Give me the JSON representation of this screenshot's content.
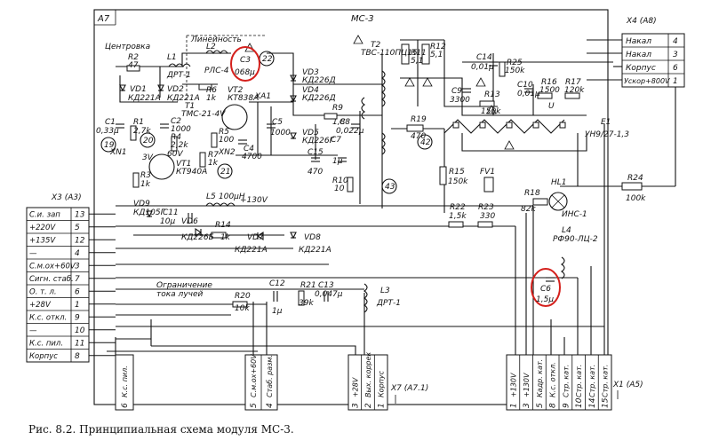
{
  "module": {
    "id": "A7",
    "title": "МС-3"
  },
  "sections": {
    "centrovka": "Центровка",
    "lineinost": "Линейность"
  },
  "caption": "Рис. 8.2. Принципиальная схема модуля МС-3.",
  "connector_x4": {
    "label": "X4 (A8)",
    "rows": [
      {
        "name": "Накал",
        "pin": "4"
      },
      {
        "name": "Накал",
        "pin": "3"
      },
      {
        "name": "Корпус",
        "pin": "6"
      },
      {
        "name": "Ускор+800V",
        "pin": "1"
      }
    ]
  },
  "connector_x3": {
    "label": "X3 (A3)",
    "rows": [
      {
        "name": "С.и. зап",
        "pin": "13"
      },
      {
        "name": "+220V",
        "pin": "5"
      },
      {
        "name": "+135V",
        "pin": "12"
      },
      {
        "name": "—",
        "pin": "4"
      },
      {
        "name": "С.м.ох+60V",
        "pin": "3"
      },
      {
        "name": "Сигн. стаб.",
        "pin": "7"
      },
      {
        "name": "О. т. л.",
        "pin": "6"
      },
      {
        "name": "+28V",
        "pin": "1"
      },
      {
        "name": "К.с. откл.",
        "pin": "9"
      },
      {
        "name": "—",
        "pin": "10"
      },
      {
        "name": "К.с. пил.",
        "pin": "11"
      },
      {
        "name": "Корпус",
        "pin": "8"
      }
    ]
  },
  "bottom_connectors": {
    "x7_label": "X7 (A7.1)",
    "x1_label": "X1 (A5)",
    "group1": [
      {
        "name": "К.с. пил.",
        "pin": "6"
      }
    ],
    "group2": [
      {
        "name": "С.м.ох+60V",
        "pin": "5"
      },
      {
        "name": "Стаб. разм.",
        "pin": "4"
      }
    ],
    "group3": [
      {
        "name": "+28V",
        "pin": "3"
      },
      {
        "name": "Вых. коррек",
        "pin": "2"
      },
      {
        "name": "Корпус",
        "pin": "1"
      }
    ],
    "group4": [
      {
        "name": "+130V",
        "pin": "1"
      },
      {
        "name": "+130V",
        "pin": "3"
      },
      {
        "name": "Кадр. кат.",
        "pin": "5"
      },
      {
        "name": "К.с. откл.",
        "pin": "8"
      },
      {
        "name": "Стр. кат.",
        "pin": "9"
      },
      {
        "name": "Стр. кат.",
        "pin": "10"
      },
      {
        "name": "Стр. кат.",
        "pin": "14"
      },
      {
        "name": "Стр. кат.",
        "pin": "15"
      }
    ]
  },
  "components": {
    "r2": "R2",
    "r2v": "47",
    "l1": "L1",
    "l1t": "ДРТ-1",
    "vd1": "VD1",
    "vd2": "VD2",
    "vdkd": "КД221А",
    "vdkd2": "КД221А",
    "l2": "L2",
    "l2t": "РЛС-4",
    "c3": "C3",
    "c3v": "068μ",
    "r6": "R6",
    "r6v": "1k",
    "vt2": "VT2",
    "vt2t": "КТ838А",
    "t1": "T1",
    "t1t": "ТМС-21-4V",
    "xa1": "XA1",
    "c1": "C1",
    "c1v": "0,33μ",
    "r1": "R1",
    "r1v": "2,7k",
    "c2": "C2",
    "c2v": "1000",
    "r4": "R4",
    "r4v": "2,2k",
    "r3": "R3",
    "r3v": "1k",
    "vt1": "VT1",
    "vt1t": "КТ940А",
    "v60": "60V",
    "v3": "3V",
    "r5": "R5",
    "r5v": "100",
    "r7": "R7",
    "r7v": "1k",
    "c4": "C4",
    "c4v": "4700",
    "c5": "C5",
    "c5v": "1000",
    "xn1": "XN1",
    "xn2": "XN2",
    "vd3": "VD3",
    "vd3t": "КД226Д",
    "vd4": "VD4",
    "vd4t": "КД226Д",
    "vd5": "VD5",
    "vd5t": "КД226Г",
    "r9": "R9",
    "r9v": "1,8",
    "c8": "C8",
    "c8v": "0,022μ",
    "c7": "C7",
    "c7v": "1μ",
    "c15": "C15",
    "c15v": "470",
    "r10": "R10",
    "r10v": "10",
    "t2": "T2",
    "t2t": "ТВС-110ПЦ15",
    "r11": "R11",
    "r11v": "5,1",
    "r12": "R12",
    "r12v": "5,1",
    "c14": "C14",
    "c14v": "0,01μ",
    "r25": "R25",
    "r25v": "150k",
    "c9": "C9",
    "c9v": "3300",
    "r13": "R13",
    "r13v": "150k",
    "c10": "C10",
    "c10v": "0,01μ",
    "r16": "R16",
    "r16v": "1500",
    "r17": "R17",
    "r17v": "120k",
    "r19": "R19",
    "r19v": "470",
    "e1": "E1",
    "e1t": "УН9/27-1,3",
    "r15": "R15",
    "r15v": "150k",
    "fv1": "FV1",
    "hl1": "HL1",
    "hl1t": "ИНС-1",
    "r18": "R18",
    "r18v": "82k",
    "r24": "R24",
    "r24v": "100k",
    "r22": "R22",
    "r22v": "1,5k",
    "r23": "R23",
    "r23v": "330",
    "l4": "L4",
    "l4t": "РФ90-ЛЦ-2",
    "c6": "C6",
    "c6v": "1,5μ",
    "vd9": "VD9",
    "vd9t": "КД105Г",
    "c11": "C11",
    "c11v": "10μ",
    "vd6": "VD6",
    "vd6t": "КД226Б",
    "r14": "R14",
    "r14v": "1k",
    "l5": "L5",
    "l5v": "100μH",
    "vd7": "VD7",
    "vd7t": "КД221А",
    "vd8": "VD8",
    "vd8t": "КД221А",
    "r20": "R20",
    "r20v": "10k",
    "c12": "C12",
    "c12v": "1μ",
    "r21": "R21",
    "r21v": "39k",
    "c13": "C13",
    "c13v": "0,047μ",
    "l3": "L3",
    "l3t": "ДРТ-1",
    "limit1": "Ограничение",
    "limit2": "тока лучей",
    "v130": "+130V",
    "u": "U"
  },
  "nodes": [
    "22",
    "20",
    "19",
    "21",
    "42",
    "43"
  ]
}
